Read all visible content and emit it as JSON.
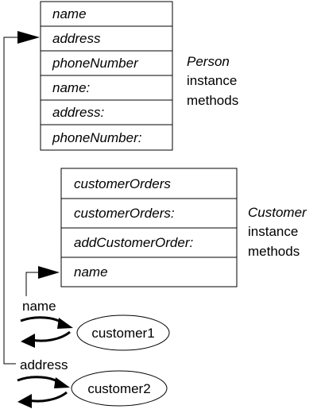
{
  "person_table": {
    "methods": [
      "name",
      "address",
      "phoneNumber",
      "name:",
      "address:",
      "phoneNumber:"
    ],
    "caption": {
      "class_name": "Person",
      "line2": "instance",
      "line3": "methods"
    }
  },
  "customer_table": {
    "methods": [
      "customerOrders",
      "customerOrders:",
      "addCustomerOrder:",
      "name"
    ],
    "caption": {
      "class_name": "Customer",
      "line2": "instance",
      "line3": "methods"
    }
  },
  "messages": [
    {
      "selector": "name",
      "receiver": "customer1",
      "target_method": "name"
    },
    {
      "selector": "address",
      "receiver": "customer2",
      "target_method": "address"
    }
  ]
}
